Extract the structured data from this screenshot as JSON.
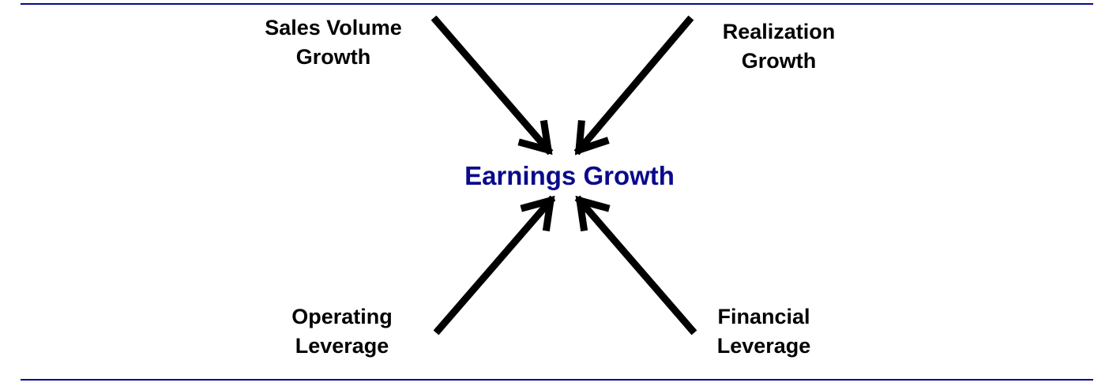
{
  "colors": {
    "accent": "#0a0a8c",
    "text": "#000000",
    "arrow": "#000000"
  },
  "center": {
    "title": "Earnings Growth"
  },
  "drivers": {
    "top_left": {
      "line1": "Sales Volume",
      "line2": "Growth"
    },
    "top_right": {
      "line1": "Realization",
      "line2": "Growth"
    },
    "bottom_left": {
      "line1": "Operating",
      "line2": "Leverage"
    },
    "bottom_right": {
      "line1": "Financial",
      "line2": "Leverage"
    }
  }
}
